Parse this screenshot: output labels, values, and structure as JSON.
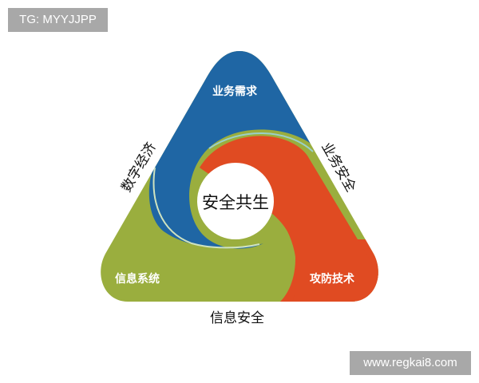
{
  "watermarks": {
    "top_left": "TG: MYYJJPP",
    "bottom_right": "www.regkai8.com"
  },
  "diagram": {
    "center_label": "安全共生",
    "segments": [
      {
        "label": "业务需求",
        "color": "#1f66a4"
      },
      {
        "label": "攻防技术",
        "color": "#e04b22"
      },
      {
        "label": "信息系统",
        "color": "#9aae3e"
      }
    ],
    "side_labels": {
      "left": "数字经济",
      "right": "业务安全",
      "bottom": "信息安全"
    }
  }
}
